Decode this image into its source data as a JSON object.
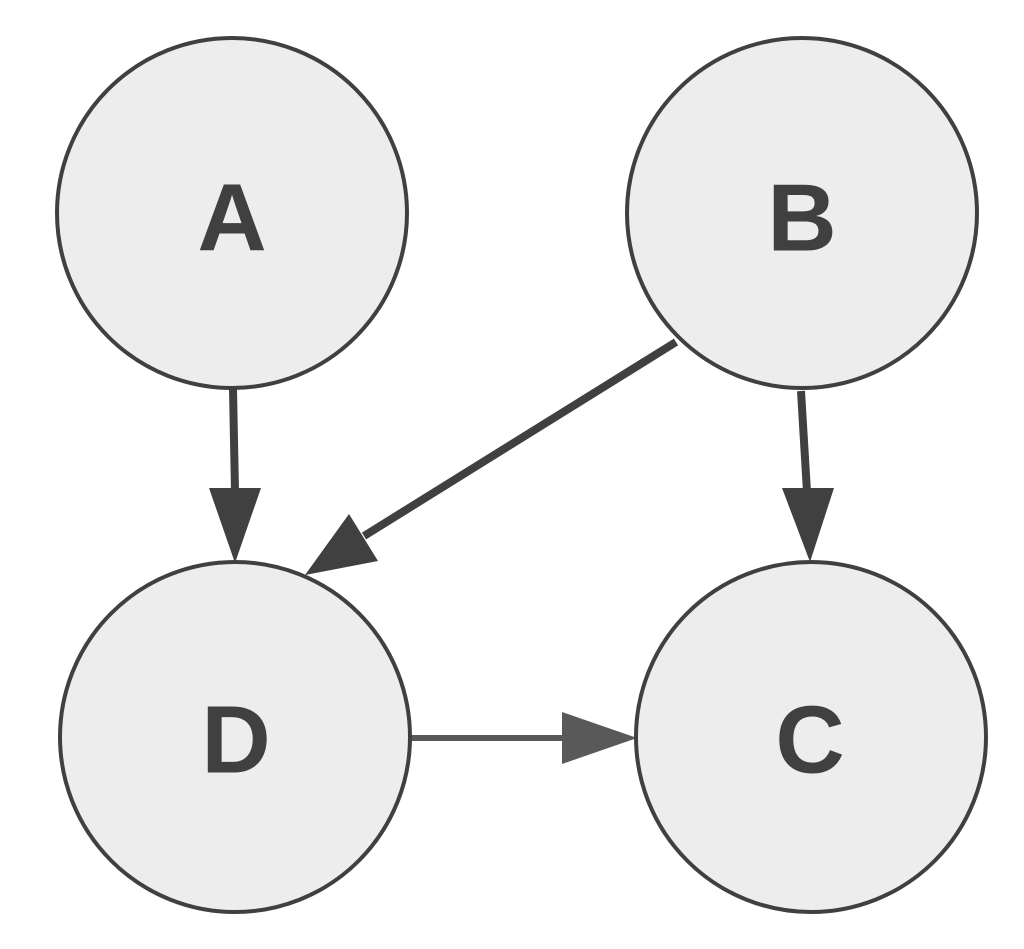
{
  "diagram": {
    "colors": {
      "node_fill": "#ededed",
      "node_stroke": "#404040",
      "label": "#404040",
      "edge_dark": "#404040",
      "edge_light": "#595959",
      "background": "#ffffff"
    },
    "nodes": [
      {
        "id": "A",
        "label": "A"
      },
      {
        "id": "B",
        "label": "B"
      },
      {
        "id": "D",
        "label": "D"
      },
      {
        "id": "C",
        "label": "C"
      }
    ],
    "edges": [
      {
        "from": "A",
        "to": "D"
      },
      {
        "from": "B",
        "to": "D"
      },
      {
        "from": "B",
        "to": "C"
      },
      {
        "from": "D",
        "to": "C"
      }
    ]
  }
}
